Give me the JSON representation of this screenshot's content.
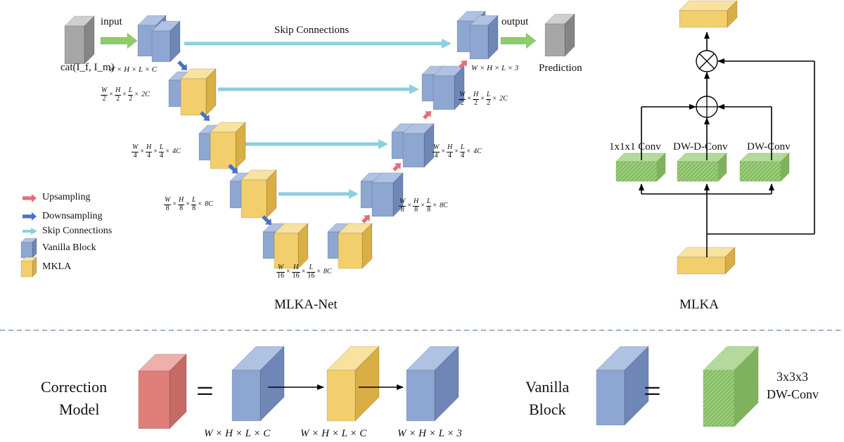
{
  "mlka_net": {
    "title": "MLKA-Net",
    "input_label": "input",
    "output_label": "output",
    "skip_label": "Skip Connections",
    "input_name": "cat(I_f, I_m)",
    "prediction_label": "Prediction",
    "top_dims_left": "W × H × L × C",
    "top_dims_right": "W × H × L × 3",
    "level_dims": [
      {
        "num": [
          "W",
          "H",
          "L"
        ],
        "den": [
          "2",
          "2",
          "2"
        ],
        "tail": "2C"
      },
      {
        "num": [
          "W",
          "H",
          "L"
        ],
        "den": [
          "4",
          "4",
          "4"
        ],
        "tail": "4C"
      },
      {
        "num": [
          "W",
          "H",
          "L"
        ],
        "den": [
          "8",
          "8",
          "8"
        ],
        "tail": "8C"
      },
      {
        "num": [
          "W",
          "H",
          "L"
        ],
        "den": [
          "16",
          "16",
          "16"
        ],
        "tail": "8C"
      }
    ]
  },
  "legend": {
    "items": [
      {
        "label": "Upsampling",
        "icon": "red-arrow-icon"
      },
      {
        "label": "Downsampling",
        "icon": "blue-arrow-icon"
      },
      {
        "label": "Skip Connections",
        "icon": "cyan-arrow-icon"
      },
      {
        "label": "Vanilla Block",
        "icon": "blue-block-icon"
      },
      {
        "label": "MKLA",
        "icon": "yellow-block-icon"
      }
    ]
  },
  "mlka": {
    "title": "MLKA",
    "conv_labels": [
      "1x1x1 Conv",
      "DW-D-Conv",
      "DW-Conv"
    ]
  },
  "bottom": {
    "correction_model": [
      "Correction",
      "Model"
    ],
    "correction_dims": [
      "W × H × L × C",
      "W × H × L × C",
      "W × H × L × 3"
    ],
    "equals": "=",
    "vanilla_block": [
      "Vanilla",
      "Block"
    ],
    "dwconv": [
      "3x3x3",
      "DW-Conv"
    ]
  },
  "colors": {
    "blue_front": "#8ea6d2",
    "blue_side": "#6e87b7",
    "blue_top": "#b0c2e3",
    "yellow_front": "#f2cf6c",
    "yellow_side": "#d8ae45",
    "yellow_top": "#f8e2a0",
    "gray_front": "#a6a6a6",
    "gray_side": "#858585",
    "gray_top": "#cfcfcf",
    "red_front": "#e07f7a",
    "red_side": "#c66a66",
    "red_top": "#efafab",
    "green_front": "#8fc16c",
    "green_top": "#b5d99a",
    "skip": "#8ccfe0",
    "io_arrow": "#8fcc6c",
    "down_arrow": "#4a72c4",
    "up_arrow": "#e0707a",
    "divider": "#9ab3d3"
  }
}
